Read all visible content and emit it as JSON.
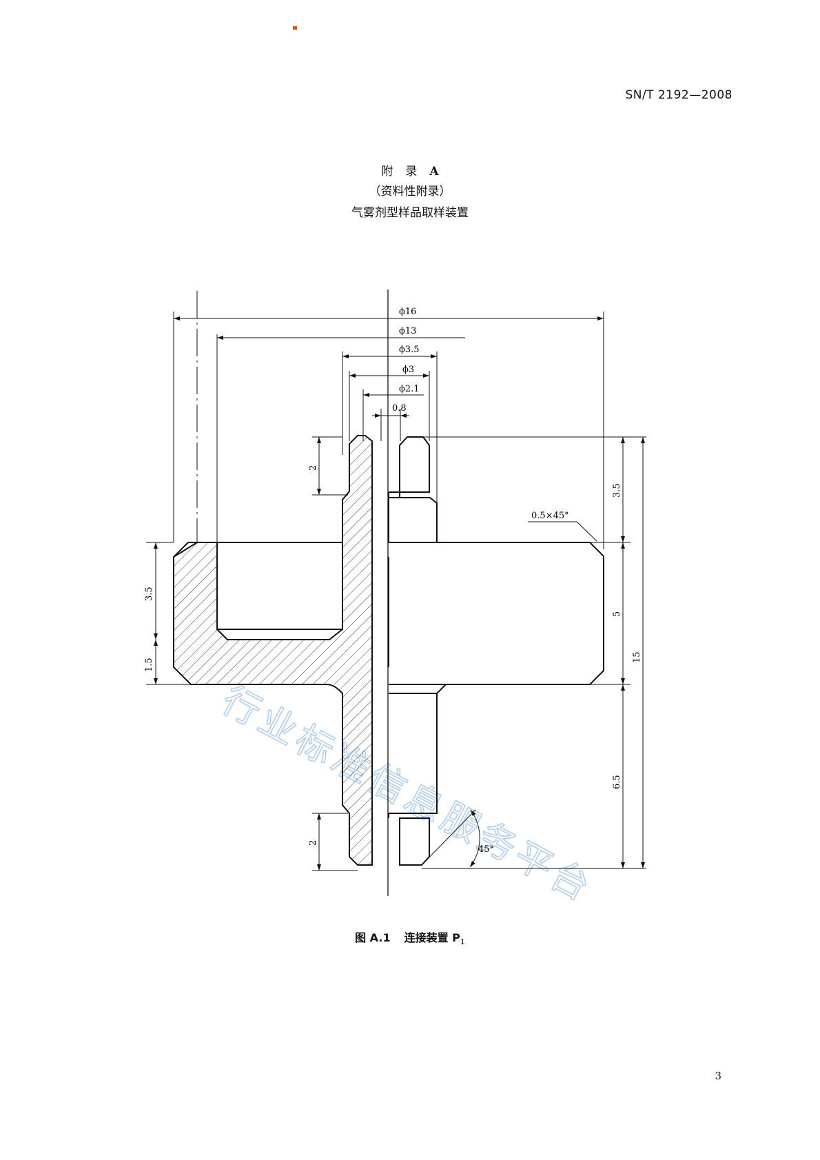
{
  "header": {
    "standard_code": "SN/T 2192—2008"
  },
  "appendix": {
    "label": "附",
    "label2": "录",
    "letter": "A",
    "type": "（资料性附录）",
    "title": "气雾剂型样品取样装置"
  },
  "figure": {
    "dimensions": {
      "d16": "ϕ16",
      "d13": "ϕ13",
      "d35": "ϕ3.5",
      "d3": "ϕ3",
      "d21": "ϕ2.1",
      "w08": "0.8",
      "h2_top": "2",
      "h35_right": "3.5",
      "chamfer": "0.5×45°",
      "h35_left": "3.5",
      "h15_left": "1.5",
      "h5": "5",
      "h15_total": "15",
      "h65": "6.5",
      "h2_bottom": "2",
      "angle45": "45°"
    },
    "caption_prefix": "图 A.1",
    "caption_text": "连接装置 P",
    "caption_sub": "1"
  },
  "watermark": "行业标准信息服务平台",
  "footer": {
    "page_number": "3"
  }
}
